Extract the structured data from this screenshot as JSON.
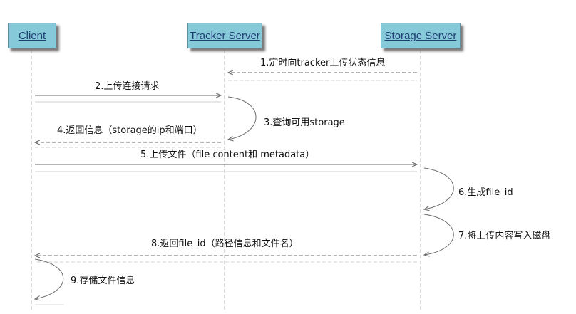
{
  "participants": {
    "client": "Client",
    "tracker": "Tracker Server",
    "storage": "Storage Server"
  },
  "messages": {
    "m1": "1.定时向tracker上传状态信息",
    "m2": "2.上传连接请求",
    "m3": "3.查询可用storage",
    "m4": "4.返回信息（storage的ip和端口）",
    "m5": "5.上传文件（file content和 metadata）",
    "m6": "6.生成file_id",
    "m7": "7.将上传内容写入磁盘",
    "m8": "8.返回file_id（路径信息和文件名）",
    "m9": "9.存储文件信息"
  },
  "colors": {
    "participant_fill": "#86c9d8",
    "participant_text": "#1f3f73",
    "lifeline": "#b5b5b5",
    "arrow": "#6a6a6a"
  }
}
